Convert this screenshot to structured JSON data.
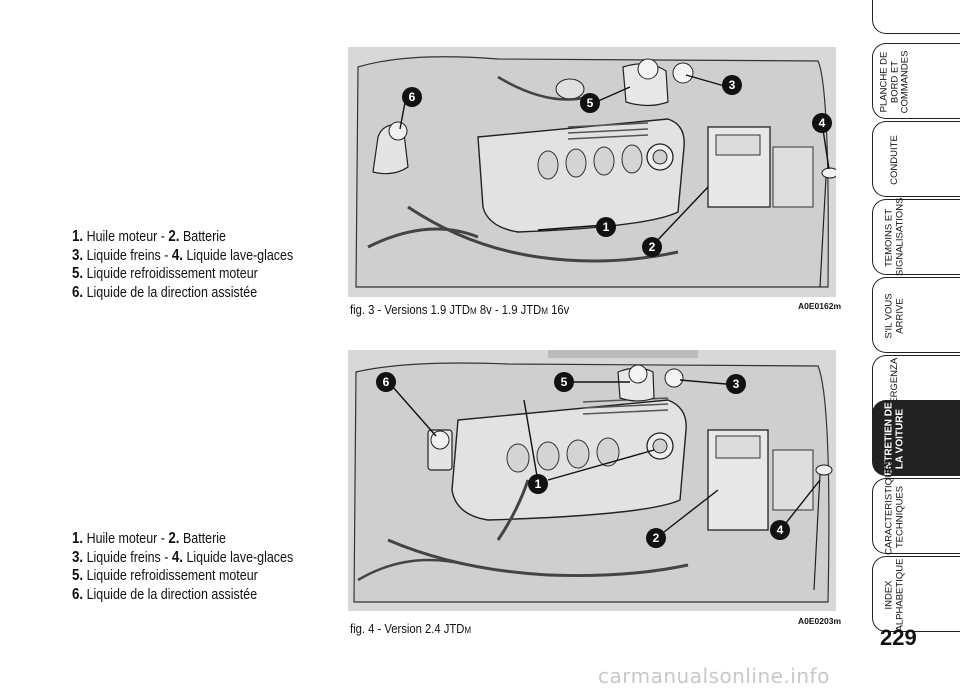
{
  "legend": {
    "items": [
      {
        "n1": "1.",
        "t1": "Huile moteur - ",
        "n2": "2.",
        "t2": "Batterie"
      },
      {
        "n1": "3.",
        "t1": "Liquide freins - ",
        "n2": "4.",
        "t2": "Liquide lave-glaces"
      },
      {
        "n1": "5.",
        "t1": "Liquide refroidissement moteur",
        "n2": "",
        "t2": ""
      },
      {
        "n1": "6.",
        "t1": "Liquide de la direction assistée",
        "n2": "",
        "t2": ""
      }
    ]
  },
  "figures": [
    {
      "caption_pre": "fig. 3 - Versions 1.9 JTD",
      "caption_sub1": "M",
      "caption_mid": " 8v - 1.9 JTD",
      "caption_sub2": "M",
      "caption_post": " 16v",
      "code": "A0E0162m",
      "callouts": [
        "6",
        "5",
        "3",
        "4",
        "1",
        "2"
      ]
    },
    {
      "caption_pre": "fig. 4 - Version 2.4 JTD",
      "caption_sub1": "M",
      "caption_mid": "",
      "caption_sub2": "",
      "caption_post": "",
      "code": "A0E0203m",
      "callouts": [
        "6",
        "5",
        "3",
        "1",
        "2",
        "4"
      ]
    }
  ],
  "tabs": [
    {
      "label": "PLANCHE DE BORD ET COMMANDES"
    },
    {
      "label": "CONDUITE"
    },
    {
      "label": "TEMOINS ET SIGNALISATIONS"
    },
    {
      "label": "S'IL VOUS ARRIVE"
    },
    {
      "label": "IN EMERGENZA"
    },
    {
      "label": "ENTRETIEN DE LA VOITURE"
    },
    {
      "label": "CARACTERISTIQUES TECHNIQUES"
    },
    {
      "label": "INDEX ALPHABETIQUE"
    }
  ],
  "page_number": "229",
  "watermark": "carmanualsonline.info"
}
